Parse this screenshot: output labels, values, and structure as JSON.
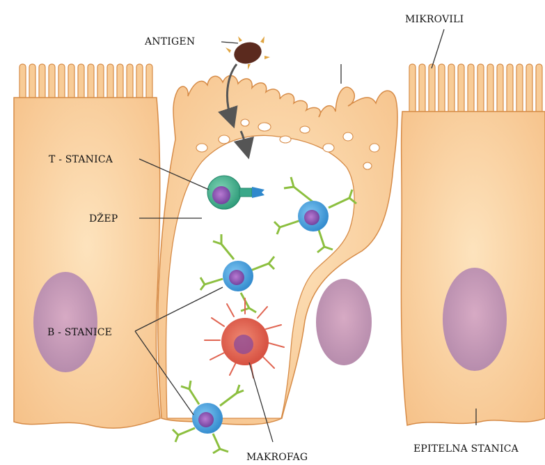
{
  "labels": {
    "antigen": "ANTIGEN",
    "mikrovili": "MIKROVILI",
    "t_stanica": "T - STANICA",
    "dzep": "DŽEP",
    "b_stanice": "B - STANICE",
    "makrofag": "MAKROFAG",
    "epitelna_stanica": "EPITELNA STANICA"
  },
  "colors": {
    "cell_fill": "#f8cc97",
    "cell_stroke": "#d68b47",
    "nucleus": "#c79cb8",
    "b_cell": "#3f9bd8",
    "b_cell_nucleus": "#8a63b8",
    "receptor": "#8cbf3f",
    "t_cell": "#3aa889",
    "macrophage": "#e06552",
    "antigen": "#5b2a1e",
    "arrow": "#555555"
  },
  "icons": {
    "antigen": "antigen-icon",
    "t_cell": "t-cell-icon",
    "b_cell": "b-cell-icon",
    "macrophage": "macrophage-icon",
    "arrow": "arrow-icon"
  }
}
